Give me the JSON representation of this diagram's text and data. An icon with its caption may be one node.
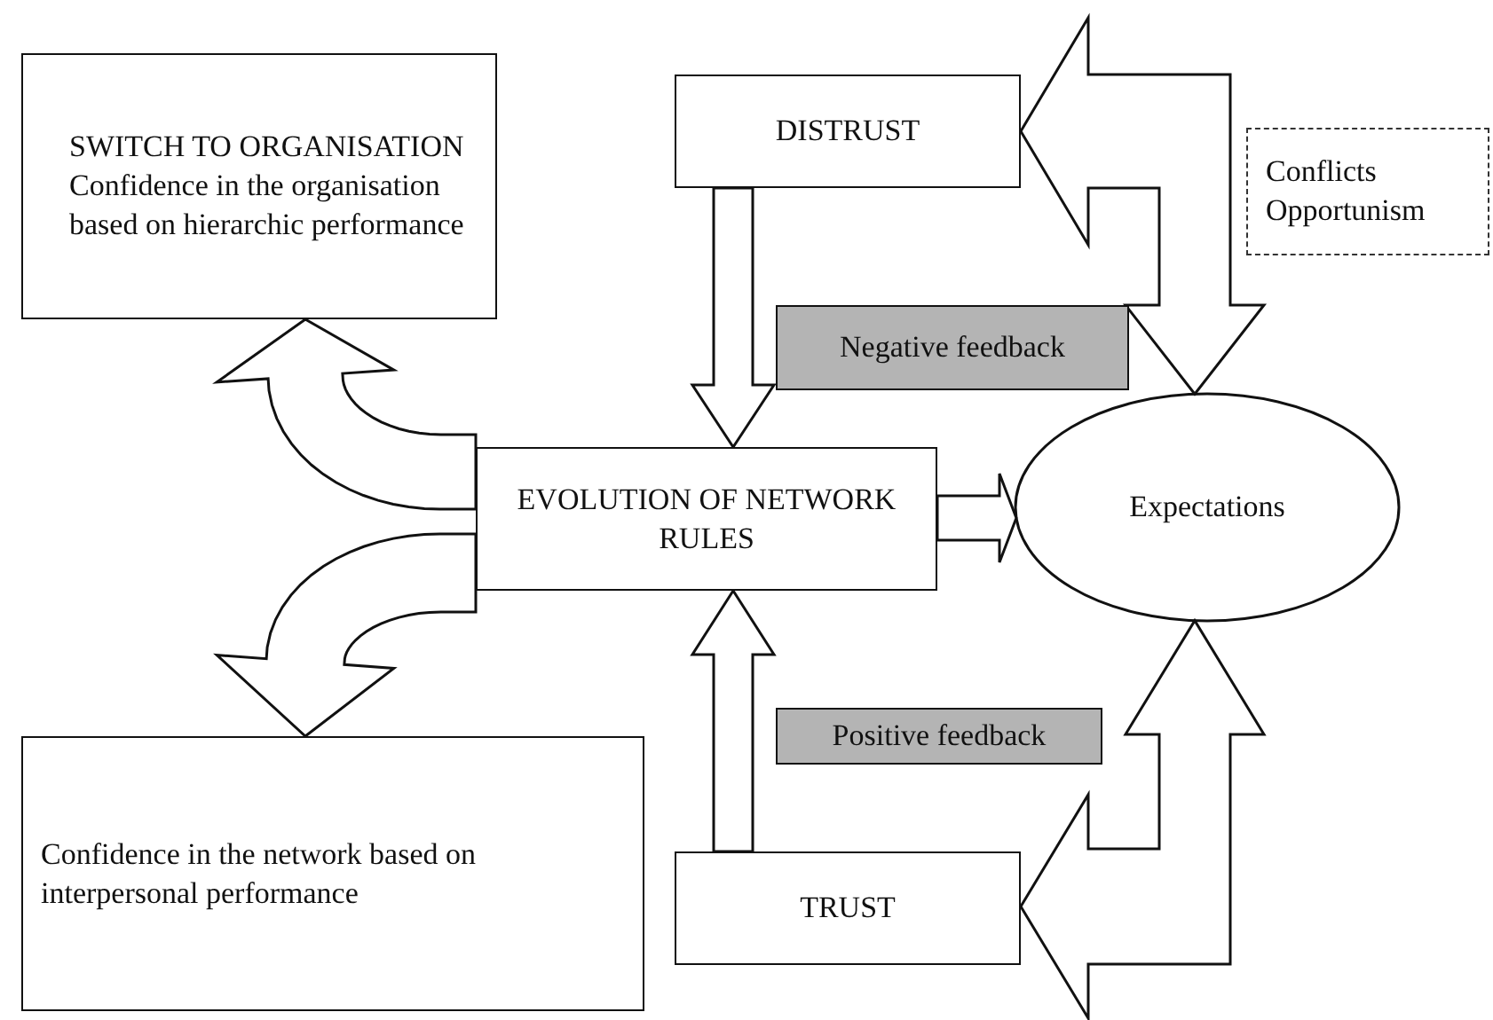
{
  "diagram": {
    "nodes": [
      {
        "text": [
          "SWITCH TO ORGANISATION",
          "Confidence in the organisation based on hierarchic performance"
        ]
      },
      {
        "text": [
          "DISTRUST"
        ]
      },
      {
        "text": [
          "Conflicts",
          "Opportunism"
        ]
      },
      {
        "text": [
          "Negative feedback"
        ]
      },
      {
        "text": [
          "EVOLUTION OF NETWORK RULES"
        ]
      },
      {
        "text": [
          "Expectations"
        ]
      },
      {
        "text": [
          "Positive feedback"
        ]
      },
      {
        "text": [
          "Confidence in the network based on interpersonal performance"
        ]
      },
      {
        "text": [
          "TRUST"
        ]
      }
    ],
    "edges": [
      {
        "from": 1,
        "to": 4,
        "arrow": "to"
      },
      {
        "from": 1,
        "to": 5,
        "arrow": "both"
      },
      {
        "from": 4,
        "to": 5,
        "arrow": "to"
      },
      {
        "from": 8,
        "to": 4,
        "arrow": "to"
      },
      {
        "from": 8,
        "to": 5,
        "arrow": "both"
      },
      {
        "from": 4,
        "to": 0,
        "arrow": "to"
      },
      {
        "from": 4,
        "to": 7,
        "arrow": "to"
      }
    ]
  }
}
